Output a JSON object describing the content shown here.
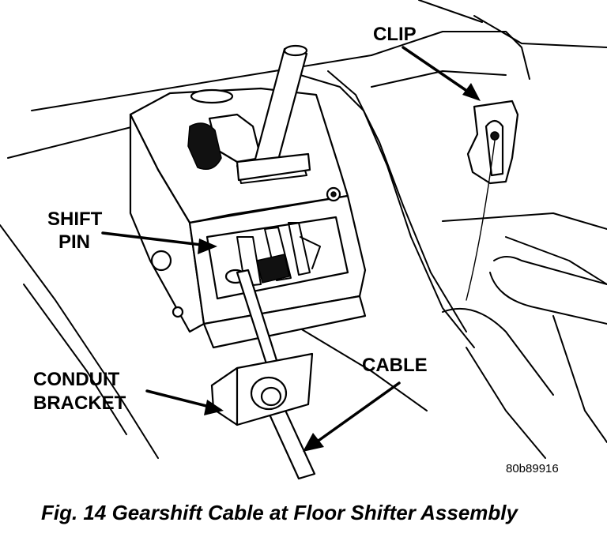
{
  "labels": {
    "clip": "CLIP",
    "shift_pin_line1": "SHIFT",
    "shift_pin_line2": "PIN",
    "conduit_line1": "CONDUIT",
    "conduit_line2": "BRACKET",
    "cable": "CABLE"
  },
  "figure_code": "80b89916",
  "caption": "Fig. 14 Gearshift Cable at Floor Shifter Assembly"
}
